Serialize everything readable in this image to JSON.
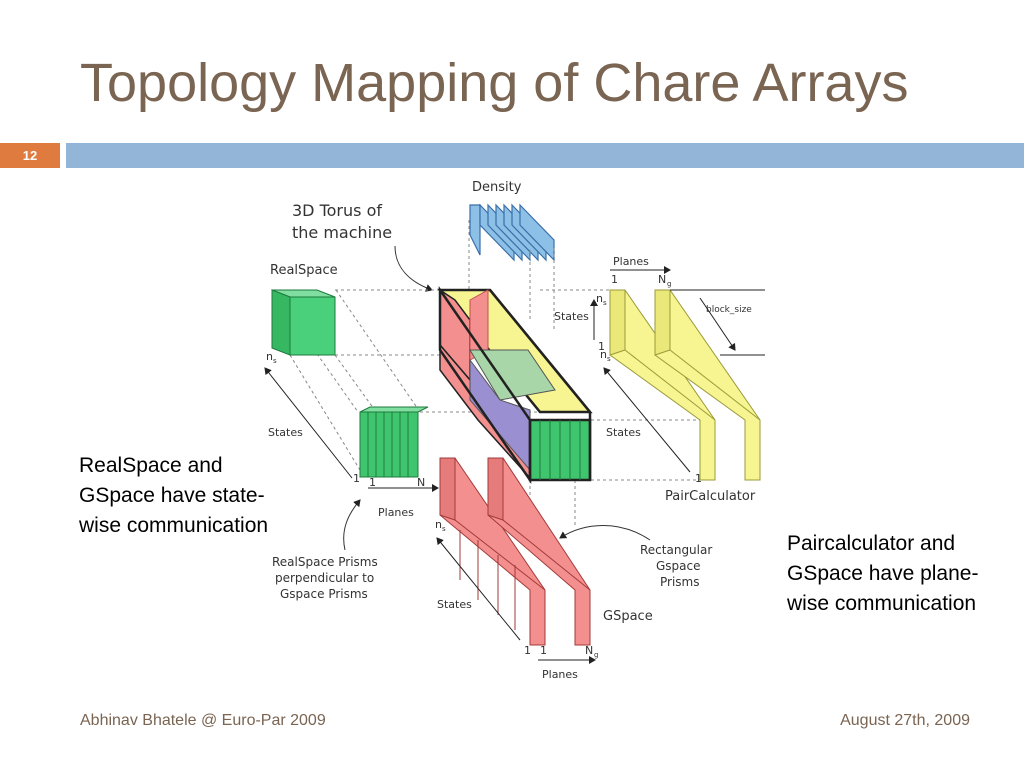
{
  "slide": {
    "title": "Topology Mapping of Chare Arrays",
    "number": "12",
    "note_left": "RealSpace and GSpace have state-wise communication",
    "note_right": "Paircalculator and GSpace have plane-wise communication",
    "footer_left": "Abhinav Bhatele @ Euro-Par 2009",
    "footer_right": "August 27th, 2009"
  },
  "diagram": {
    "density": "Density",
    "torus_line1": "3D Torus of",
    "torus_line2": "the machine",
    "realspace": "RealSpace",
    "ns": "n",
    "ns_sub": "s",
    "states": "States",
    "one": "1",
    "n": "N",
    "ng": "N",
    "ng_sub": "g",
    "planes": "Planes",
    "block_size": "block_size",
    "paircalculator": "PairCalculator",
    "gspace": "GSpace",
    "prisms_line1": "RealSpace Prisms",
    "prisms_line2": "perpendicular to",
    "prisms_line3": "Gspace Prisms",
    "rect_line1": "Rectangular",
    "rect_line2": "Gspace",
    "rect_line3": "Prisms",
    "colors": {
      "green": "#3fc56e",
      "yellow": "#f6f591",
      "red": "#f3908f",
      "blue": "#8cc0e6",
      "purple": "#9a8fd0"
    }
  }
}
